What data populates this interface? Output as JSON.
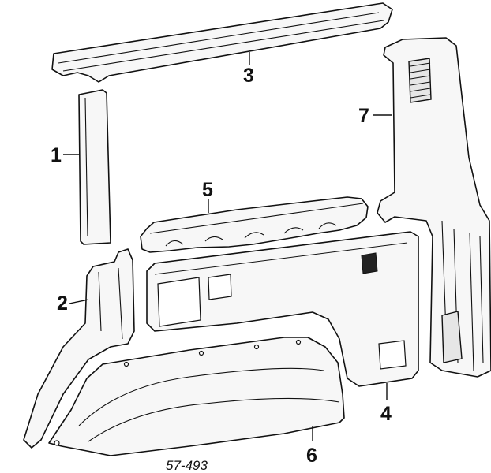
{
  "callouts": [
    {
      "id": "1",
      "label": "1"
    },
    {
      "id": "2",
      "label": "2"
    },
    {
      "id": "3",
      "label": "3"
    },
    {
      "id": "4",
      "label": "4"
    },
    {
      "id": "5",
      "label": "5"
    },
    {
      "id": "6",
      "label": "6"
    },
    {
      "id": "7",
      "label": "7"
    }
  ],
  "reference_number": "57-493"
}
